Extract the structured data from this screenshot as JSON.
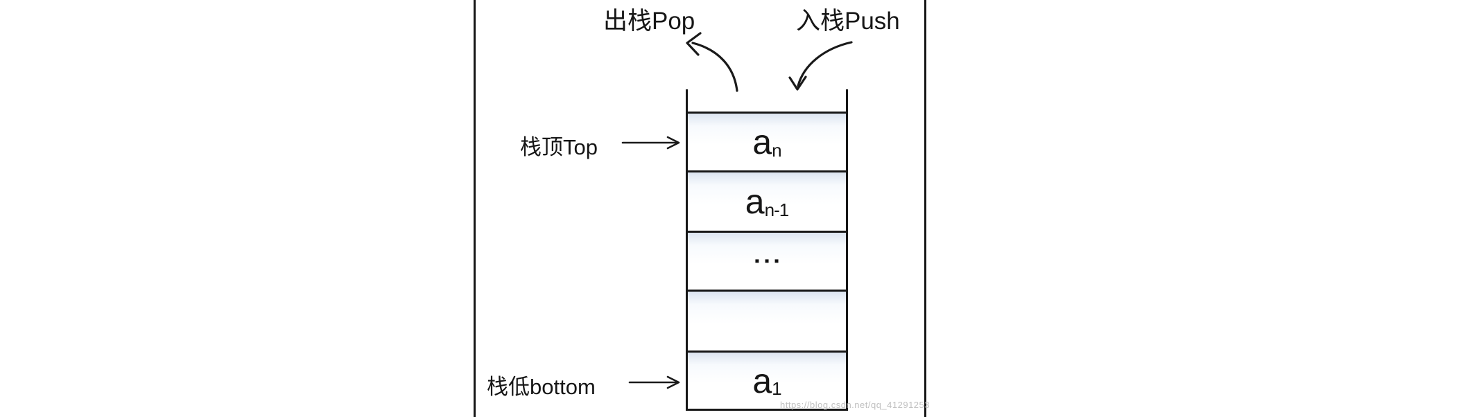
{
  "diagram": {
    "title_semantics": "stack data structure push/pop diagram",
    "labels": {
      "pop": "出栈Pop",
      "push": "入栈Push",
      "top": "栈顶Top",
      "bottom": "栈低bottom"
    },
    "stack": {
      "cells": [
        {
          "base": "a",
          "sub": "n"
        },
        {
          "base": "a",
          "sub": "n-1"
        },
        {
          "ellipsis": "▪▪▪"
        },
        {
          "base": "",
          "sub": ""
        },
        {
          "base": "a",
          "sub": "1"
        }
      ]
    },
    "watermark": "https://blog.csdn.net/qq_41291253",
    "colors": {
      "line": "#161616",
      "cell_top_tint": "#dce4f0",
      "watermark": "#b9b9b9",
      "background": "#ffffff"
    }
  }
}
